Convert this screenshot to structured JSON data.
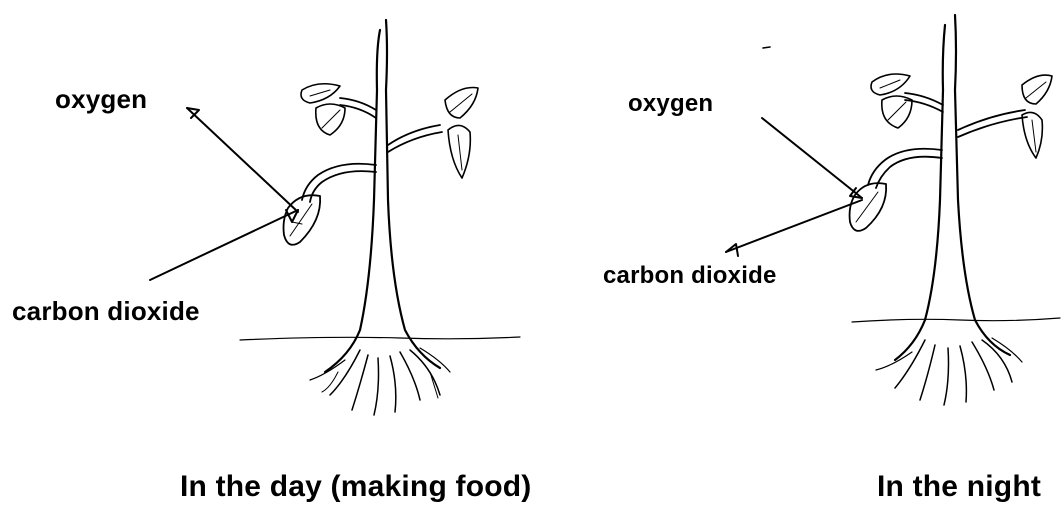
{
  "day_panel": {
    "oxygen_label": "oxygen",
    "carbon_dioxide_label": "carbon dioxide",
    "caption": "In the day (making food)"
  },
  "night_panel": {
    "oxygen_label": "oxygen",
    "carbon_dioxide_label": "carbon dioxide",
    "caption": "In the night"
  }
}
